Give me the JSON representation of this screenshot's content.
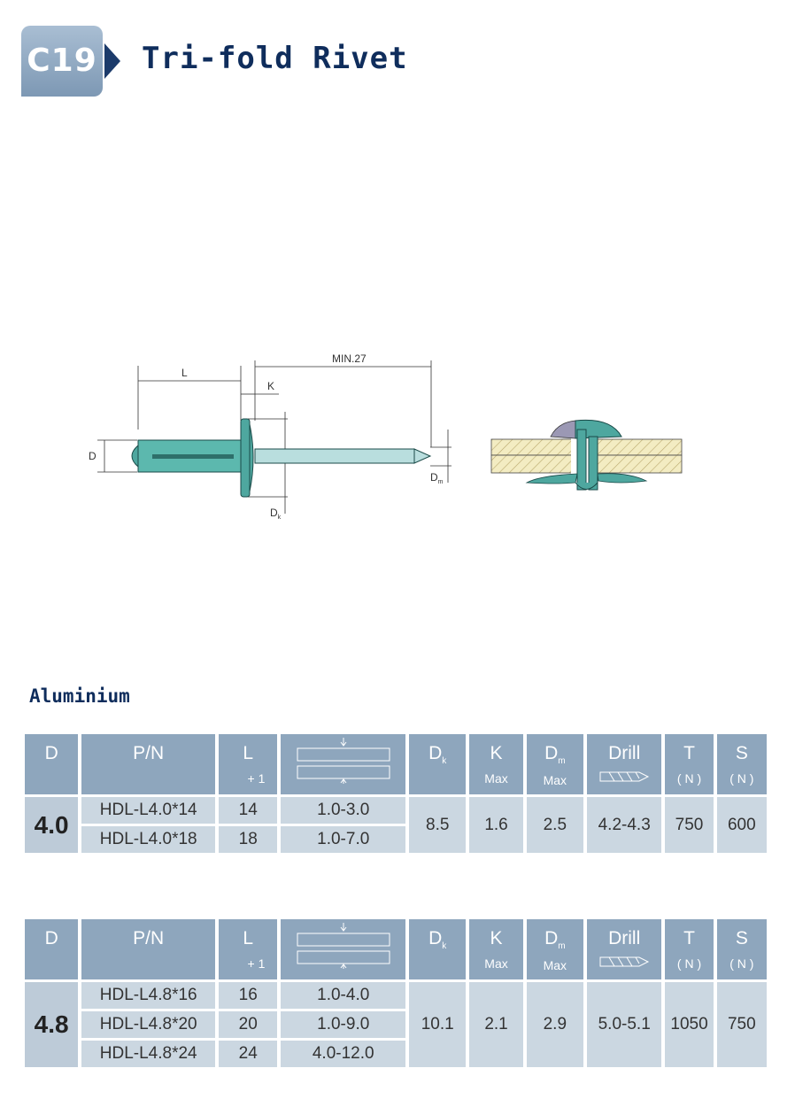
{
  "header": {
    "badge": "C19",
    "title": "Tri-fold Rivet"
  },
  "drawing": {
    "label_L": "L",
    "label_K": "K",
    "label_min": "MIN.27",
    "label_D": "D",
    "label_Dk": "D",
    "label_Dk_sub": "k",
    "label_Dm": "D",
    "label_Dm_sub": "m"
  },
  "section": {
    "title": "Aluminium"
  },
  "columns": {
    "d": "D",
    "pn": "P/N",
    "l": "L",
    "l_tol": "+ 1",
    "dk": "D",
    "dk_sub": "k",
    "k": "K",
    "k_sub": "Max",
    "dm": "D",
    "dm_sub": "m",
    "dm_max": "Max",
    "drill": "Drill",
    "t": "T",
    "t_sub": "( N )",
    "s": "S",
    "s_sub": "( N )"
  },
  "tables": [
    {
      "d": "4.0",
      "rows": [
        {
          "pn": "HDL-L4.0*14",
          "l": "14",
          "grip": "1.0-3.0"
        },
        {
          "pn": "HDL-L4.0*18",
          "l": "18",
          "grip": "1.0-7.0"
        }
      ],
      "dk": "8.5",
      "k": "1.6",
      "dm": "2.5",
      "drill": "4.2-4.3",
      "t": "750",
      "s": "600"
    },
    {
      "d": "4.8",
      "rows": [
        {
          "pn": "HDL-L4.8*16",
          "l": "16",
          "grip": "1.0-4.0"
        },
        {
          "pn": "HDL-L4.8*20",
          "l": "20",
          "grip": "1.0-9.0"
        },
        {
          "pn": "HDL-L4.8*24",
          "l": "24",
          "grip": "4.0-12.0"
        }
      ],
      "dk": "10.1",
      "k": "2.1",
      "dm": "2.9",
      "drill": "5.0-5.1",
      "t": "1050",
      "s": "750"
    }
  ]
}
